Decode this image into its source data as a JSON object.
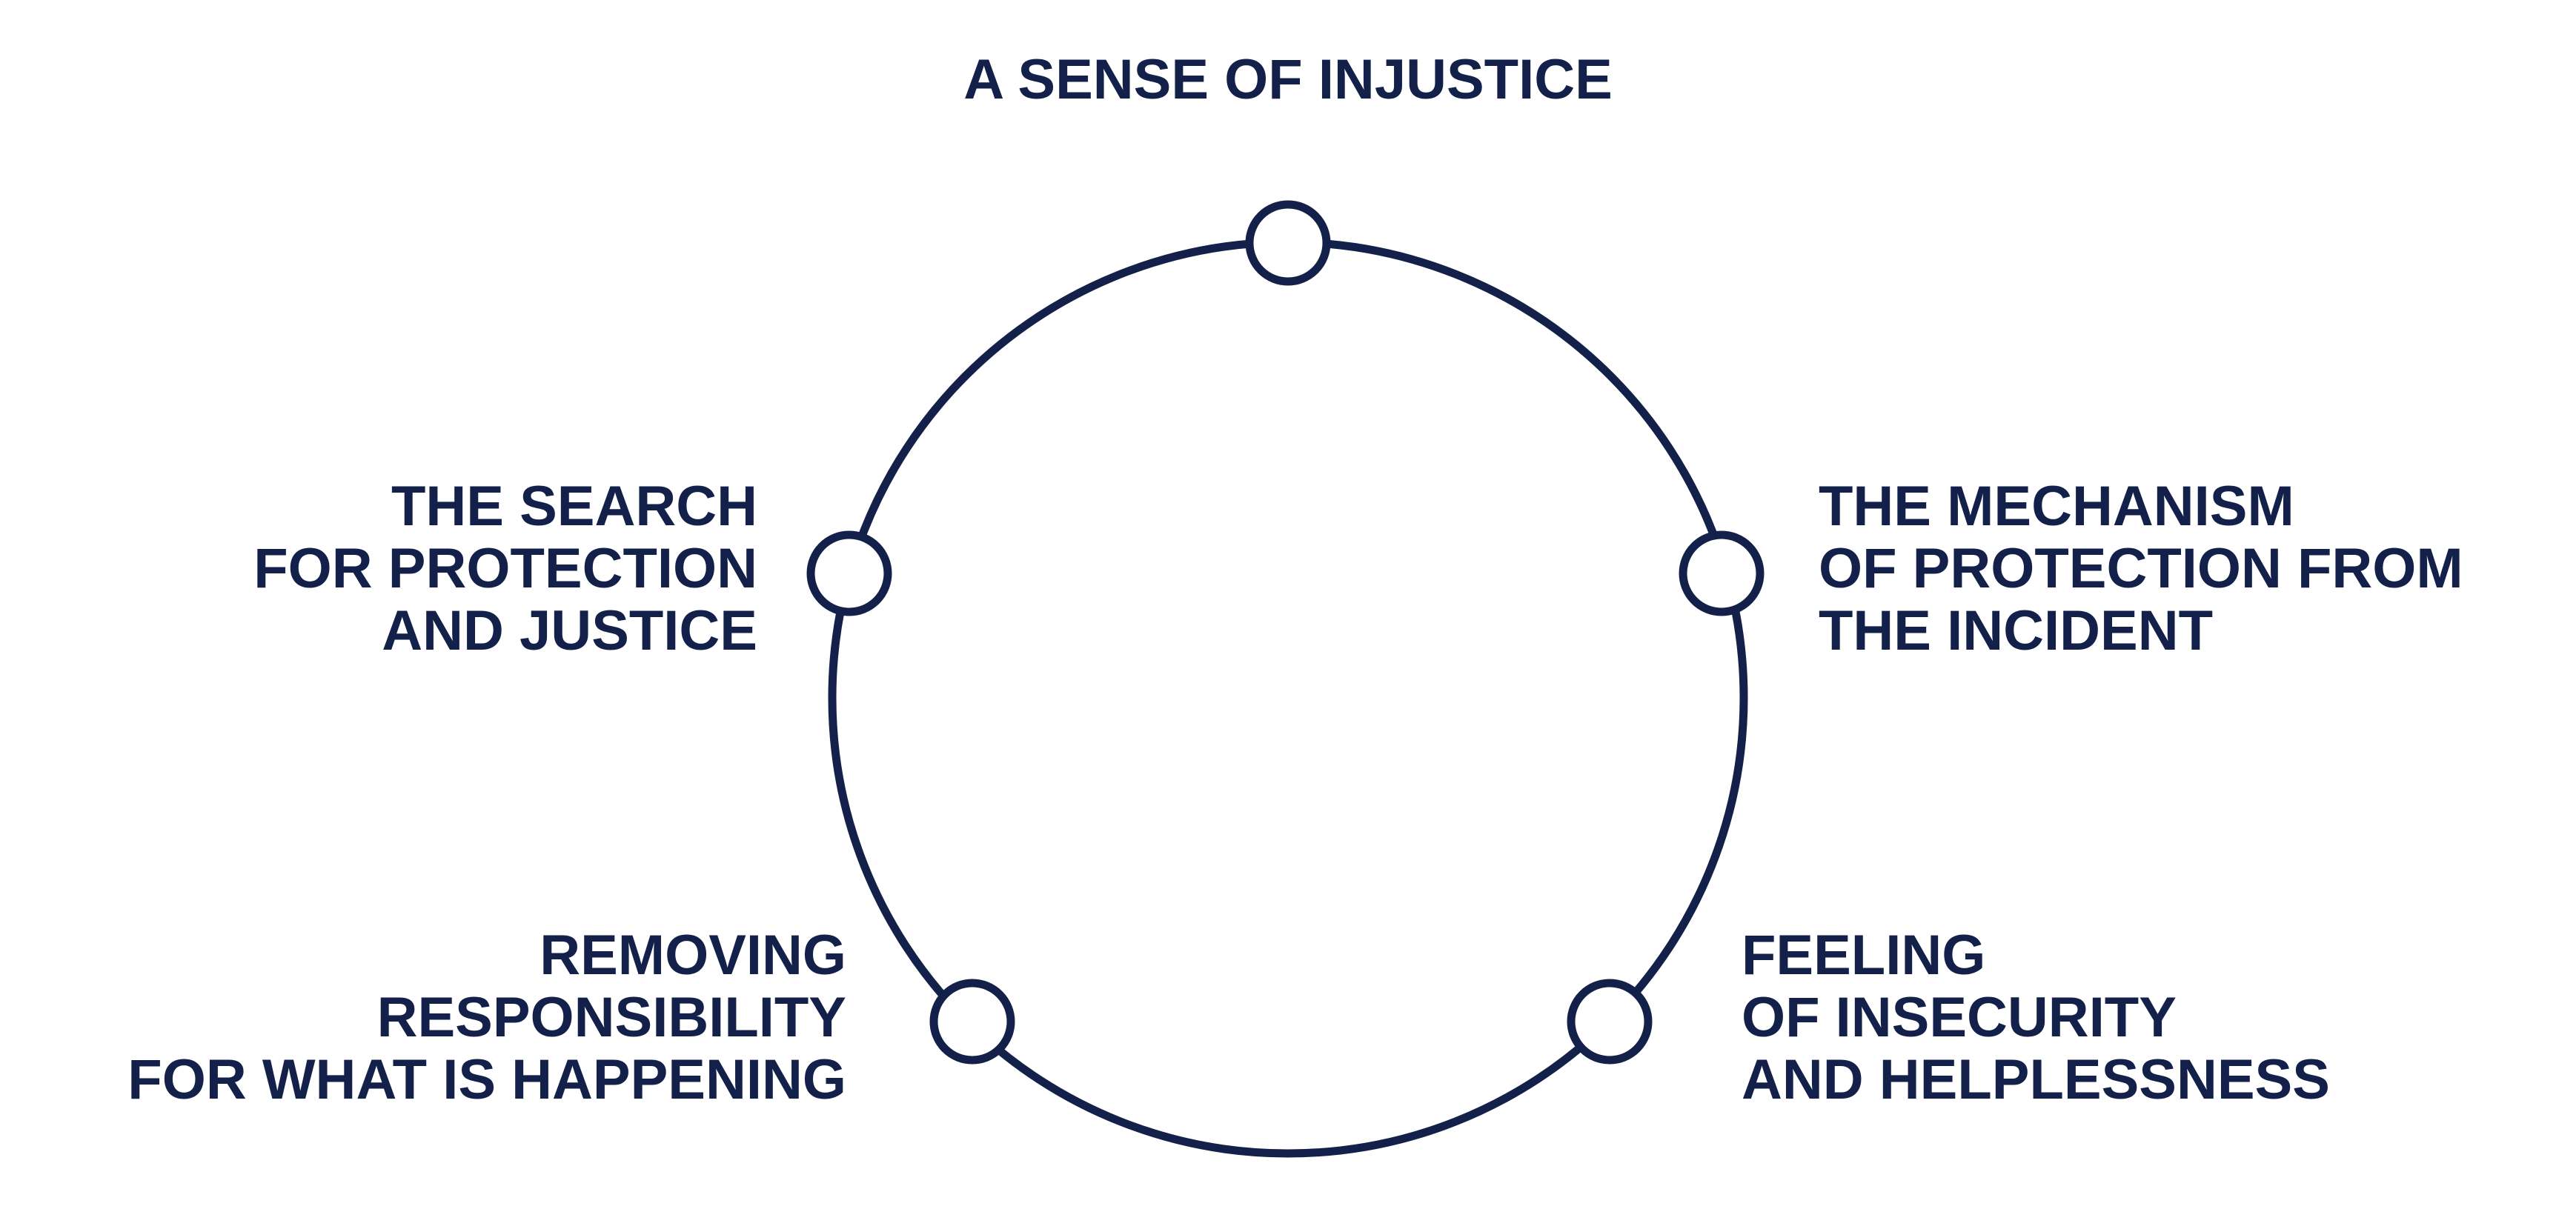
{
  "diagram": {
    "title": "A SENSE OF INJUSTICE",
    "color": "#13214a",
    "nodes": [
      {
        "id": "top",
        "lines": [
          "A SENSE OF INJUSTICE"
        ]
      },
      {
        "id": "right",
        "lines": [
          "THE MECHANISM",
          "OF PROTECTION FROM",
          "THE INCIDENT"
        ]
      },
      {
        "id": "bottom-right",
        "lines": [
          "FEELING",
          "OF INSECURITY",
          "AND HELPLESSNESS"
        ]
      },
      {
        "id": "bottom-left",
        "lines": [
          "REMOVING",
          "RESPONSIBILITY",
          "FOR WHAT IS HAPPENING"
        ]
      },
      {
        "id": "left",
        "lines": [
          "THE SEARCH",
          "FOR PROTECTION",
          "AND JUSTICE"
        ]
      }
    ]
  }
}
